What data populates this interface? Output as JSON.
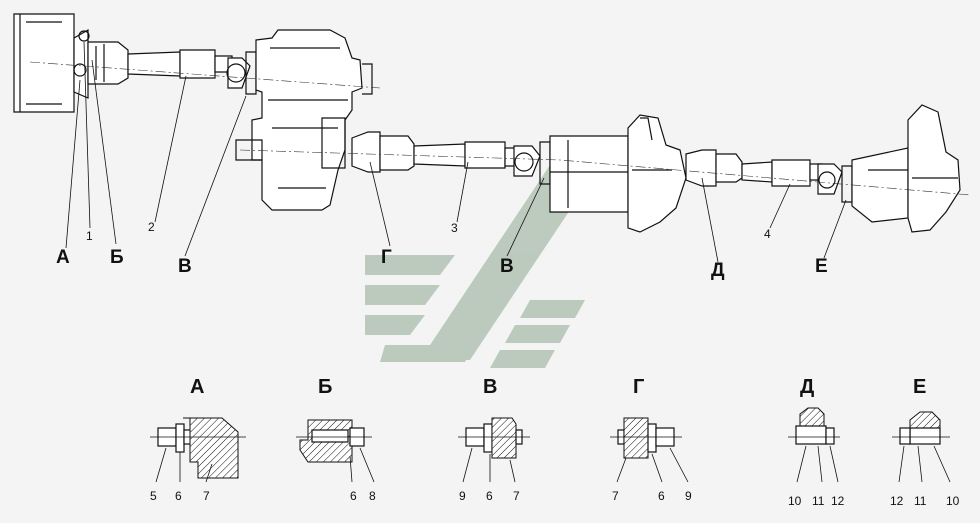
{
  "callouts": {
    "A": "А",
    "B": "Б",
    "V1": "В",
    "G": "Г",
    "V2": "В",
    "D": "Д",
    "E": "Е",
    "n1": "1",
    "n2": "2",
    "n3": "3",
    "n4": "4"
  },
  "details": [
    {
      "title": "А",
      "numbers": [
        "5",
        "6",
        "7"
      ]
    },
    {
      "title": "Б",
      "numbers": [
        "6",
        "8"
      ]
    },
    {
      "title": "В",
      "numbers": [
        "9",
        "6",
        "7"
      ]
    },
    {
      "title": "Г",
      "numbers": [
        "7",
        "6",
        "9"
      ]
    },
    {
      "title": "Д",
      "numbers": [
        "10",
        "11",
        "12"
      ]
    },
    {
      "title": "Е",
      "numbers": [
        "12",
        "11",
        "10"
      ]
    }
  ],
  "colors": {
    "line": "#111111",
    "background": "#f4f4f4",
    "watermark": "#8fa892"
  }
}
